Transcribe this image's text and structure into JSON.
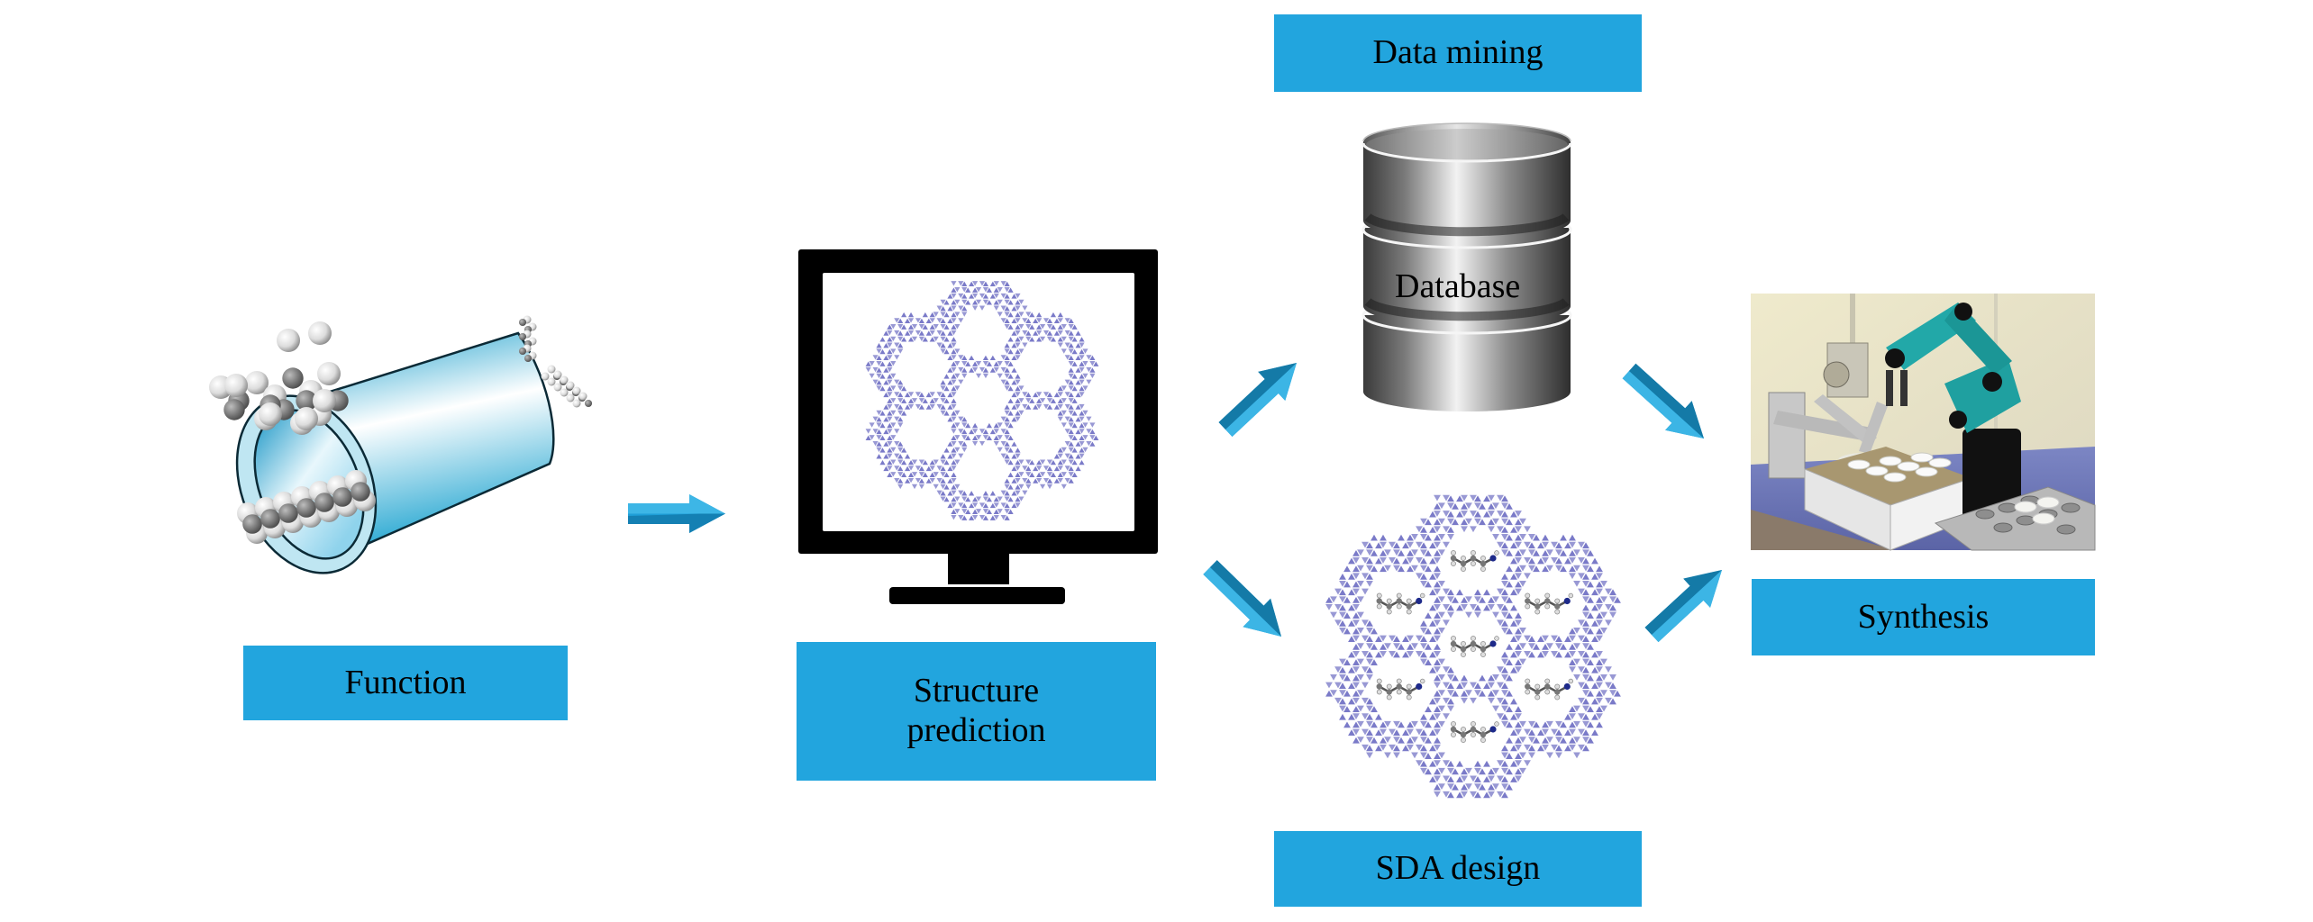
{
  "colors": {
    "label_fill": "#22a5de",
    "arrow_fill": "#1f9fd8",
    "arrow_dark": "#13739f",
    "framework": "#6c6cc2",
    "tube": "#2aa8d4",
    "monitor": "#000000"
  },
  "nodes": {
    "function": {
      "label": "Function",
      "icon": "zeolite-nanotube-with-molecules"
    },
    "structure_prediction": {
      "label_line1": "Structure",
      "label_line2": "prediction",
      "icon": "computer-monitor-with-zeolite-framework"
    },
    "data_mining": {
      "label": "Data mining",
      "icon": "database-cylinder",
      "database_text": "Database"
    },
    "sda_design": {
      "label": "SDA design",
      "icon": "zeolite-framework-with-sda-molecules"
    },
    "synthesis": {
      "label": "Synthesis",
      "icon": "robotic-synthesis-photo"
    }
  },
  "edges": [
    {
      "from": "function",
      "to": "structure_prediction"
    },
    {
      "from": "structure_prediction",
      "to": "data_mining"
    },
    {
      "from": "structure_prediction",
      "to": "sda_design"
    },
    {
      "from": "data_mining",
      "to": "synthesis"
    },
    {
      "from": "sda_design",
      "to": "synthesis"
    }
  ]
}
